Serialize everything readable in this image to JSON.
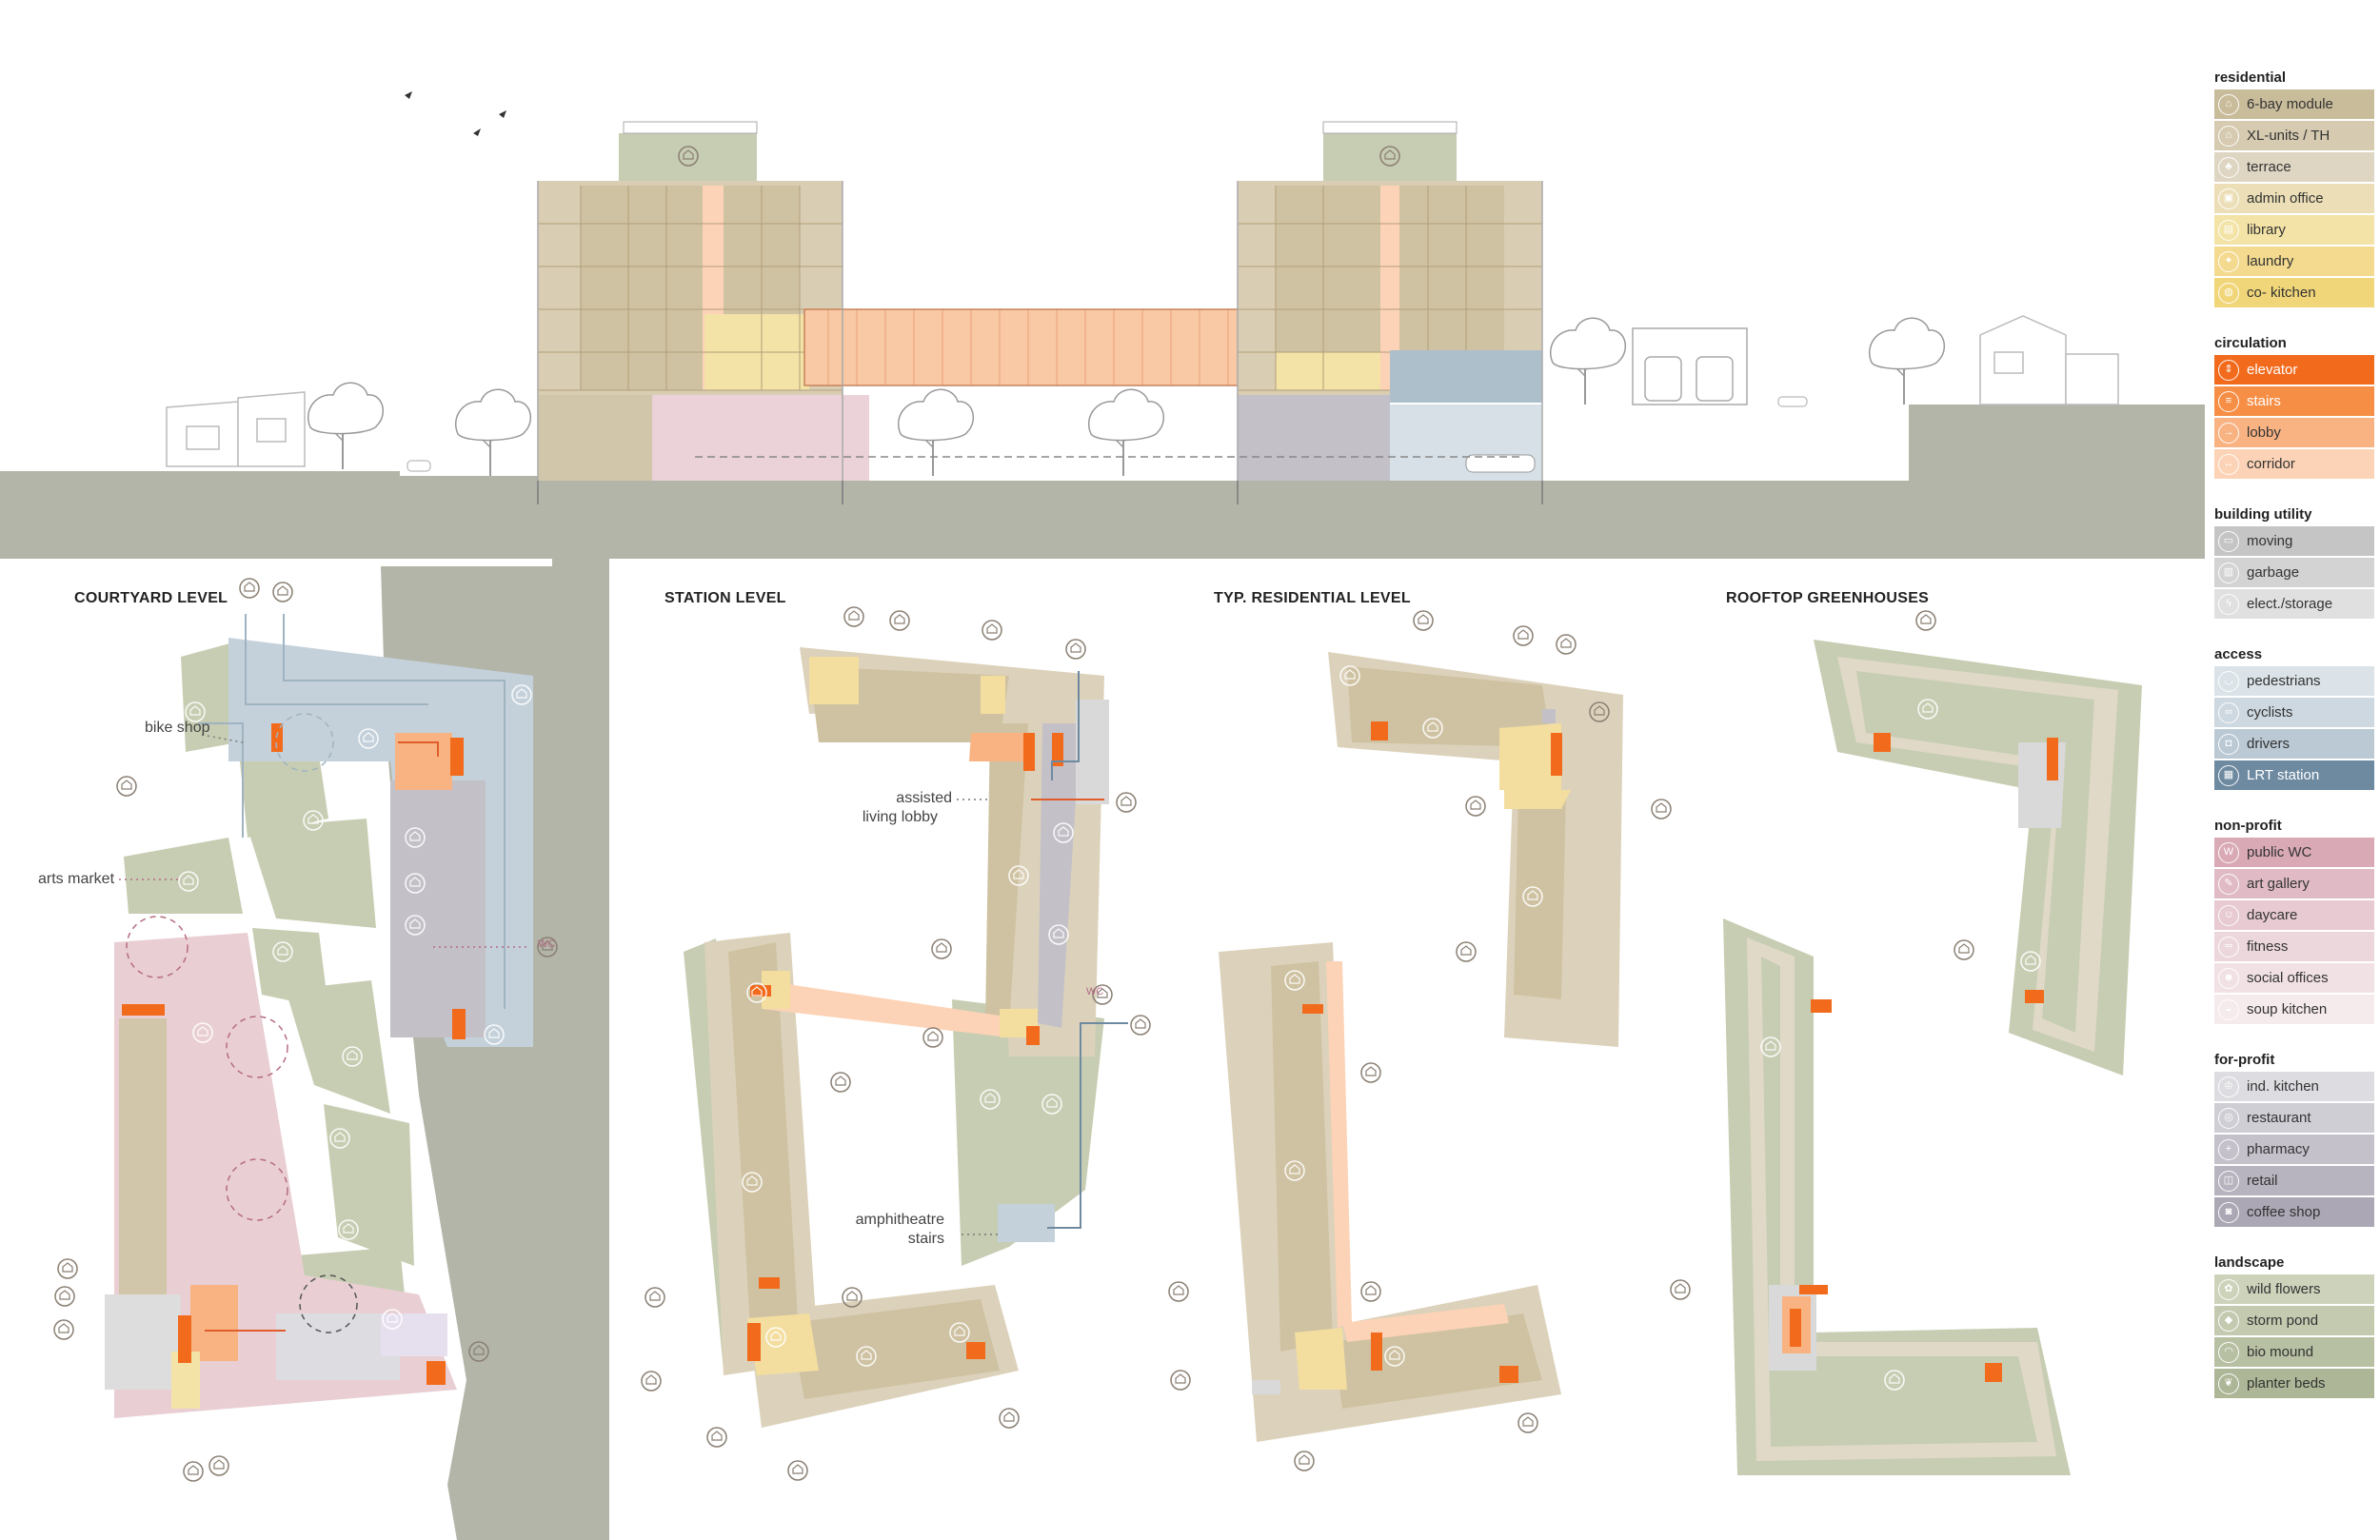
{
  "plans": {
    "courtyard": "COURTYARD LEVEL",
    "station": "STATION LEVEL",
    "residential": "TYP. RESIDENTIAL LEVEL",
    "rooftop": "ROOFTOP GREENHOUSES"
  },
  "annotations": {
    "bike_shop": "bike shop",
    "arts_market": "arts market",
    "assisted_1": "assisted",
    "assisted_2": "living lobby",
    "amph_1": "amphitheatre",
    "amph_2": "stairs",
    "wc": "WC"
  },
  "colors": {
    "ground": "#b3b5a8",
    "residential": "#cfc2a2",
    "xl_units": "#ddd3ba",
    "terrace": "#e3dccb",
    "commons_yellow": "#f3dea0",
    "elevator": "#f26b1d",
    "stairs": "#f78e45",
    "lobby": "#f9b383",
    "corridor": "#fcd3b6",
    "utility": "#cfcfcf",
    "access_blue": "#aebfcc",
    "lrt": "#6e8aa1",
    "nonprofit": "#e9cfd4",
    "forprofit": "#c3c0c8",
    "landscape": "#c7cdb2"
  },
  "legend": [
    {
      "title": "residential",
      "items": [
        {
          "label": "6-bay module",
          "color": "#c9bc9b",
          "icon": "house-icon"
        },
        {
          "label": "XL-units / TH",
          "color": "#d6cbb0",
          "icon": "house-plus-icon"
        },
        {
          "label": "terrace",
          "color": "#ded6c3",
          "icon": "tree-icon"
        },
        {
          "label": "admin office",
          "color": "#ecdfb7",
          "icon": "office-icon"
        },
        {
          "label": "library",
          "color": "#f3e3a6",
          "icon": "book-icon"
        },
        {
          "label": "laundry",
          "color": "#f3da8f",
          "icon": "shirt-icon"
        },
        {
          "label": "co- kitchen",
          "color": "#f1d679",
          "icon": "pot-icon"
        }
      ]
    },
    {
      "title": "circulation",
      "items": [
        {
          "label": "elevator",
          "color": "#f26b1d",
          "icon": "elevator-icon"
        },
        {
          "label": "stairs",
          "color": "#f78e45",
          "icon": "stairs-icon"
        },
        {
          "label": "lobby",
          "color": "#f9b383",
          "icon": "door-icon"
        },
        {
          "label": "corridor",
          "color": "#fcd3b6",
          "icon": "corridor-icon"
        }
      ]
    },
    {
      "title": "building utility",
      "items": [
        {
          "label": "moving",
          "color": "#c5c5c5",
          "icon": "truck-icon"
        },
        {
          "label": "garbage",
          "color": "#d3d3d3",
          "icon": "trash-icon"
        },
        {
          "label": "elect./storage",
          "color": "#e0e0e0",
          "icon": "bolt-icon"
        }
      ]
    },
    {
      "title": "access",
      "items": [
        {
          "label": "pedestrians",
          "color": "#dbe3e8",
          "icon": "shoe-icon"
        },
        {
          "label": "cyclists",
          "color": "#cdd8e0",
          "icon": "bike-icon"
        },
        {
          "label": "drivers",
          "color": "#bac9d4",
          "icon": "car-icon"
        },
        {
          "label": "LRT station",
          "color": "#6e8aa1",
          "icon": "train-icon"
        }
      ]
    },
    {
      "title": "non-profit",
      "items": [
        {
          "label": "public WC",
          "color": "#d9a9b6",
          "icon": "wc-icon"
        },
        {
          "label": "art gallery",
          "color": "#e0bbc5",
          "icon": "art-icon"
        },
        {
          "label": "daycare",
          "color": "#e7cad2",
          "icon": "child-icon"
        },
        {
          "label": "fitness",
          "color": "#ecd7dc",
          "icon": "dumbbell-icon"
        },
        {
          "label": "social offices",
          "color": "#f1e1e5",
          "icon": "people-icon"
        },
        {
          "label": "soup kitchen",
          "color": "#f5eaec",
          "icon": "bowl-icon"
        }
      ]
    },
    {
      "title": "for-profit",
      "items": [
        {
          "label": "ind. kitchen",
          "color": "#dddce0",
          "icon": "chef-icon"
        },
        {
          "label": "restaurant",
          "color": "#d0ced5",
          "icon": "plate-icon"
        },
        {
          "label": "pharmacy",
          "color": "#c4c1ca",
          "icon": "cross-icon"
        },
        {
          "label": "retail",
          "color": "#b8b4bf",
          "icon": "bag-icon"
        },
        {
          "label": "coffee shop",
          "color": "#aca7b4",
          "icon": "cup-icon"
        }
      ]
    },
    {
      "title": "landscape",
      "items": [
        {
          "label": "wild flowers",
          "color": "#cdd3bb",
          "icon": "flower-icon"
        },
        {
          "label": "storm pond",
          "color": "#c3cab0",
          "icon": "drop-icon"
        },
        {
          "label": "bio mound",
          "color": "#b8c0a3",
          "icon": "mound-icon"
        },
        {
          "label": "planter beds",
          "color": "#adb696",
          "icon": "leaf-icon"
        }
      ]
    }
  ]
}
